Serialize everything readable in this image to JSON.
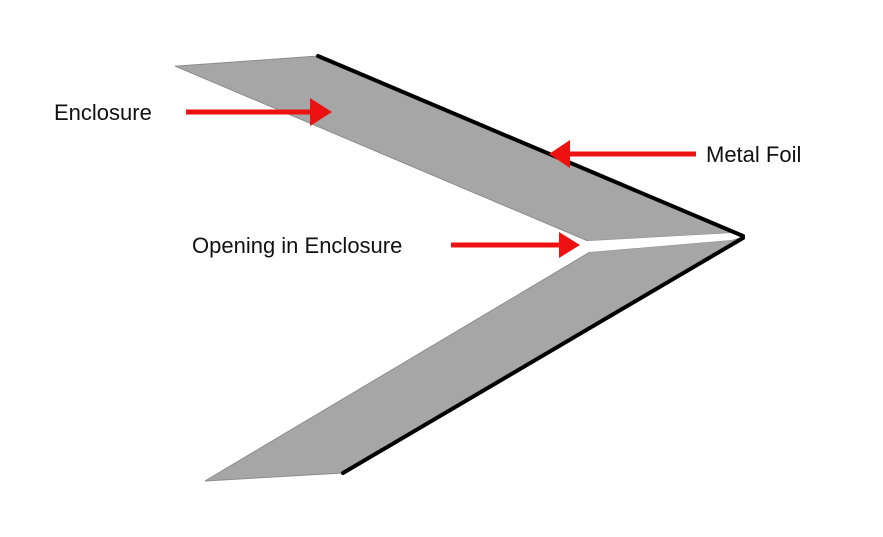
{
  "labels": {
    "enclosure": "Enclosure",
    "metal_foil": "Metal Foil",
    "opening": "Opening in Enclosure"
  },
  "colors": {
    "enclosure_fill": "#a6a6a6",
    "enclosure_edge": "#8c8c8c",
    "metal_foil": "#000000",
    "arrow": "#ee1111",
    "text": "#111111"
  }
}
